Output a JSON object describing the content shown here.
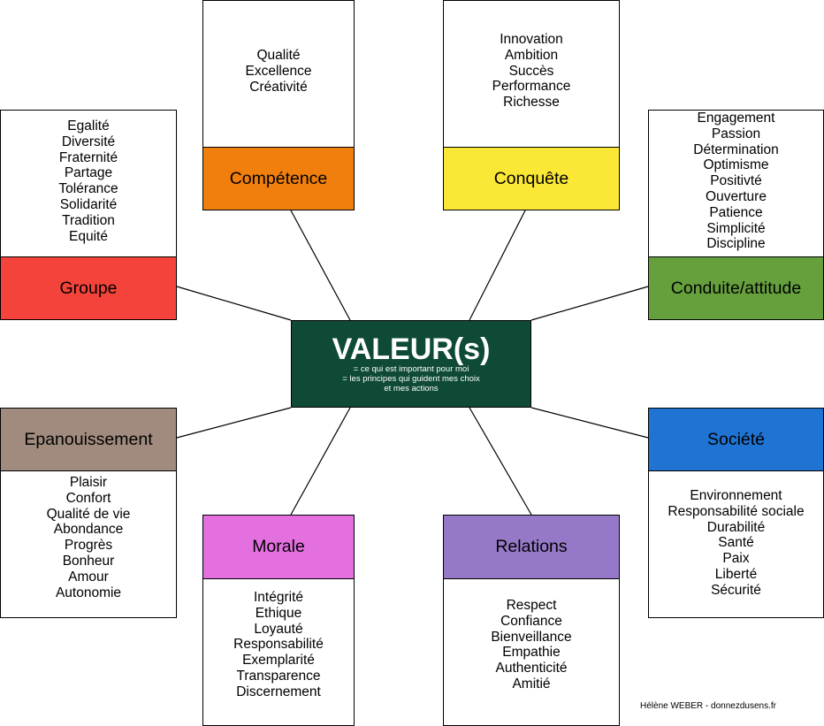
{
  "center": {
    "title": "VALEUR(s)",
    "line1": "= ce qui est important pour moi",
    "line2": "= les principes qui guident mes choix",
    "line3": "et mes actions",
    "color": "#0e4a36"
  },
  "categories": {
    "competence": {
      "label": "Compétence",
      "color": "#f07f0d",
      "values": [
        "Qualité",
        "Excellence",
        "Créativité"
      ]
    },
    "conquete": {
      "label": "Conquête",
      "color": "#fbe735",
      "values": [
        "Innovation",
        "Ambition",
        "Succès",
        "Performance",
        "Richesse"
      ]
    },
    "groupe": {
      "label": "Groupe",
      "color": "#f4433a",
      "values": [
        "Egalité",
        "Diversité",
        "Fraternité",
        "Partage",
        "Tolérance",
        "Solidarité",
        "Tradition",
        "Equité"
      ]
    },
    "conduite": {
      "label": "Conduite/attitude",
      "color": "#66a03d",
      "values": [
        "Engagement",
        "Passion",
        "Détermination",
        "Optimisme",
        "Positivté",
        "Ouverture",
        "Patience",
        "Simplicité",
        "Discipline"
      ]
    },
    "epanouissement": {
      "label": "Epanouissement",
      "color": "#a08b7e",
      "values": [
        "Plaisir",
        "Confort",
        "Qualité de vie",
        "Abondance",
        "Progrès",
        "Bonheur",
        "Amour",
        "Autonomie"
      ]
    },
    "societe": {
      "label": "Société",
      "color": "#1f73d3",
      "values": [
        "Environnement",
        "Responsabilité sociale",
        "Durabilité",
        "Santé",
        "Paix",
        "Liberté",
        "Sécurité"
      ]
    },
    "morale": {
      "label": "Morale",
      "color": "#e470e0",
      "values": [
        "Intégrité",
        "Ethique",
        "Loyauté",
        "Responsabilité",
        "Exemplarité",
        "Transparence",
        "Discernement"
      ]
    },
    "relations": {
      "label": "Relations",
      "color": "#9579c8",
      "values": [
        "Respect",
        "Confiance",
        "Bienveillance",
        "Empathie",
        "Authenticité",
        "Amitié"
      ]
    }
  },
  "credit": "Hélène WEBER - donnezdusens.fr"
}
